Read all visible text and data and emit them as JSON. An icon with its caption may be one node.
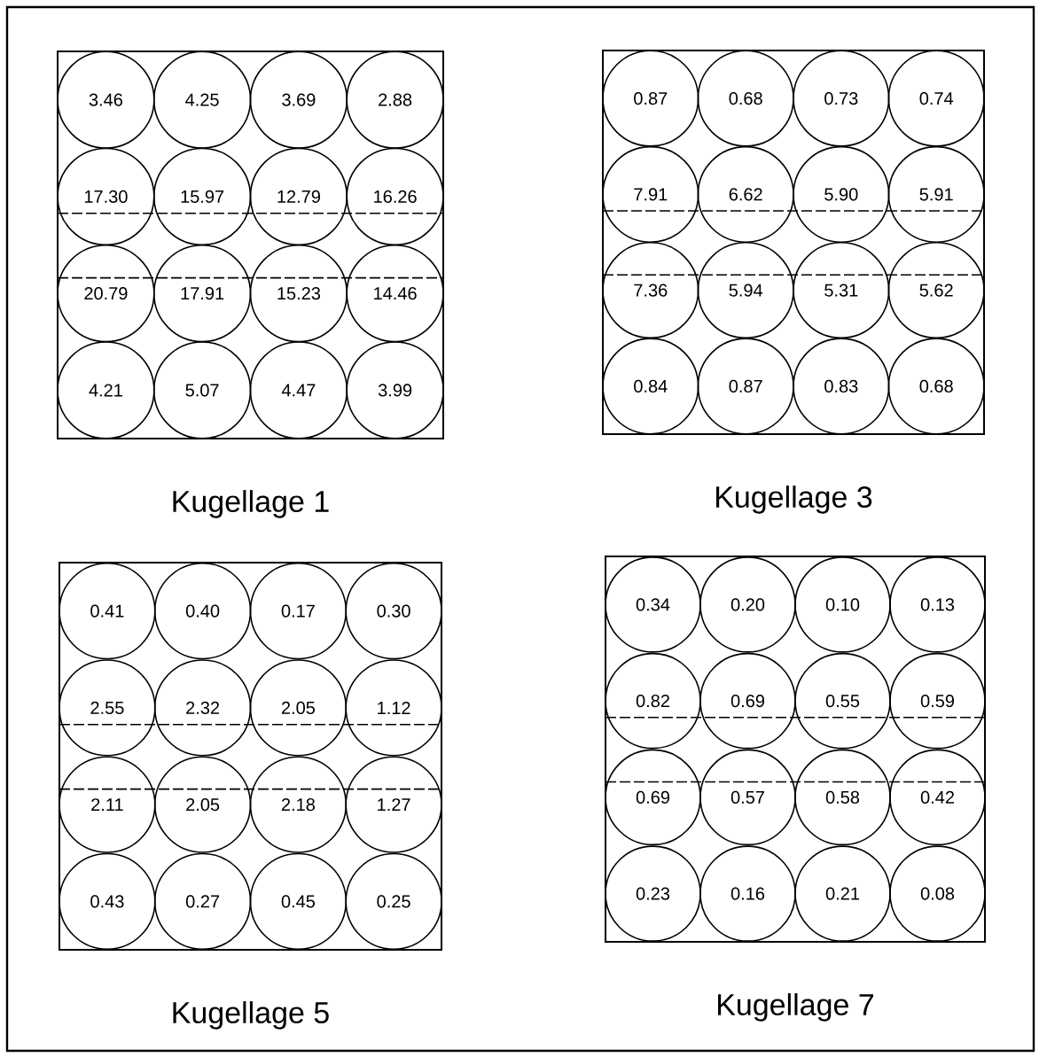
{
  "diagram": {
    "nodes": [
      {
        "text": [
          "Kugellage 1"
        ]
      },
      {
        "text": [
          "3.46"
        ],
        "in": 0
      },
      {
        "text": [
          "4.25"
        ],
        "in": 0
      },
      {
        "text": [
          "3.69"
        ],
        "in": 0
      },
      {
        "text": [
          "2.88"
        ],
        "in": 0
      },
      {
        "text": [
          "17.30"
        ],
        "in": 0
      },
      {
        "text": [
          "15.97"
        ],
        "in": 0
      },
      {
        "text": [
          "12.79"
        ],
        "in": 0
      },
      {
        "text": [
          "16.26"
        ],
        "in": 0
      },
      {
        "text": [
          "20.79"
        ],
        "in": 0
      },
      {
        "text": [
          "17.91"
        ],
        "in": 0
      },
      {
        "text": [
          "15.23"
        ],
        "in": 0
      },
      {
        "text": [
          "14.46"
        ],
        "in": 0
      },
      {
        "text": [
          "4.21"
        ],
        "in": 0
      },
      {
        "text": [
          "5.07"
        ],
        "in": 0
      },
      {
        "text": [
          "4.47"
        ],
        "in": 0
      },
      {
        "text": [
          "3.99"
        ],
        "in": 0
      },
      {
        "text": [
          "Kugellage 3"
        ]
      },
      {
        "text": [
          "0.87"
        ],
        "in": 17
      },
      {
        "text": [
          "0.68"
        ],
        "in": 17
      },
      {
        "text": [
          "0.73"
        ],
        "in": 17
      },
      {
        "text": [
          "0.74"
        ],
        "in": 17
      },
      {
        "text": [
          "7.91"
        ],
        "in": 17
      },
      {
        "text": [
          "6.62"
        ],
        "in": 17
      },
      {
        "text": [
          "5.90"
        ],
        "in": 17
      },
      {
        "text": [
          "5.91"
        ],
        "in": 17
      },
      {
        "text": [
          "7.36"
        ],
        "in": 17
      },
      {
        "text": [
          "5.94"
        ],
        "in": 17
      },
      {
        "text": [
          "5.31"
        ],
        "in": 17
      },
      {
        "text": [
          "5.62"
        ],
        "in": 17
      },
      {
        "text": [
          "0.84"
        ],
        "in": 17
      },
      {
        "text": [
          "0.87"
        ],
        "in": 17
      },
      {
        "text": [
          "0.83"
        ],
        "in": 17
      },
      {
        "text": [
          "0.68"
        ],
        "in": 17
      },
      {
        "text": [
          "Kugellage 5"
        ]
      },
      {
        "text": [
          "0.41"
        ],
        "in": 34
      },
      {
        "text": [
          "0.40"
        ],
        "in": 34
      },
      {
        "text": [
          "0.17"
        ],
        "in": 34
      },
      {
        "text": [
          "0.30"
        ],
        "in": 34
      },
      {
        "text": [
          "2.55"
        ],
        "in": 34
      },
      {
        "text": [
          "2.32"
        ],
        "in": 34
      },
      {
        "text": [
          "2.05"
        ],
        "in": 34
      },
      {
        "text": [
          "1.12"
        ],
        "in": 34
      },
      {
        "text": [
          "2.11"
        ],
        "in": 34
      },
      {
        "text": [
          "2.05"
        ],
        "in": 34
      },
      {
        "text": [
          "2.18"
        ],
        "in": 34
      },
      {
        "text": [
          "1.27"
        ],
        "in": 34
      },
      {
        "text": [
          "0.43"
        ],
        "in": 34
      },
      {
        "text": [
          "0.27"
        ],
        "in": 34
      },
      {
        "text": [
          "0.45"
        ],
        "in": 34
      },
      {
        "text": [
          "0.25"
        ],
        "in": 34
      },
      {
        "text": [
          "Kugellage 7"
        ]
      },
      {
        "text": [
          "0.34"
        ],
        "in": 51
      },
      {
        "text": [
          "0.20"
        ],
        "in": 51
      },
      {
        "text": [
          "0.10"
        ],
        "in": 51
      },
      {
        "text": [
          "0.13"
        ],
        "in": 51
      },
      {
        "text": [
          "0.82"
        ],
        "in": 51
      },
      {
        "text": [
          "0.69"
        ],
        "in": 51
      },
      {
        "text": [
          "0.55"
        ],
        "in": 51
      },
      {
        "text": [
          "0.59"
        ],
        "in": 51
      },
      {
        "text": [
          "0.69"
        ],
        "in": 51
      },
      {
        "text": [
          "0.57"
        ],
        "in": 51
      },
      {
        "text": [
          "0.58"
        ],
        "in": 51
      },
      {
        "text": [
          "0.42"
        ],
        "in": 51
      },
      {
        "text": [
          "0.23"
        ],
        "in": 51
      },
      {
        "text": [
          "0.16"
        ],
        "in": 51
      },
      {
        "text": [
          "0.21"
        ],
        "in": 51
      },
      {
        "text": [
          "0.08"
        ],
        "in": 51
      }
    ]
  }
}
